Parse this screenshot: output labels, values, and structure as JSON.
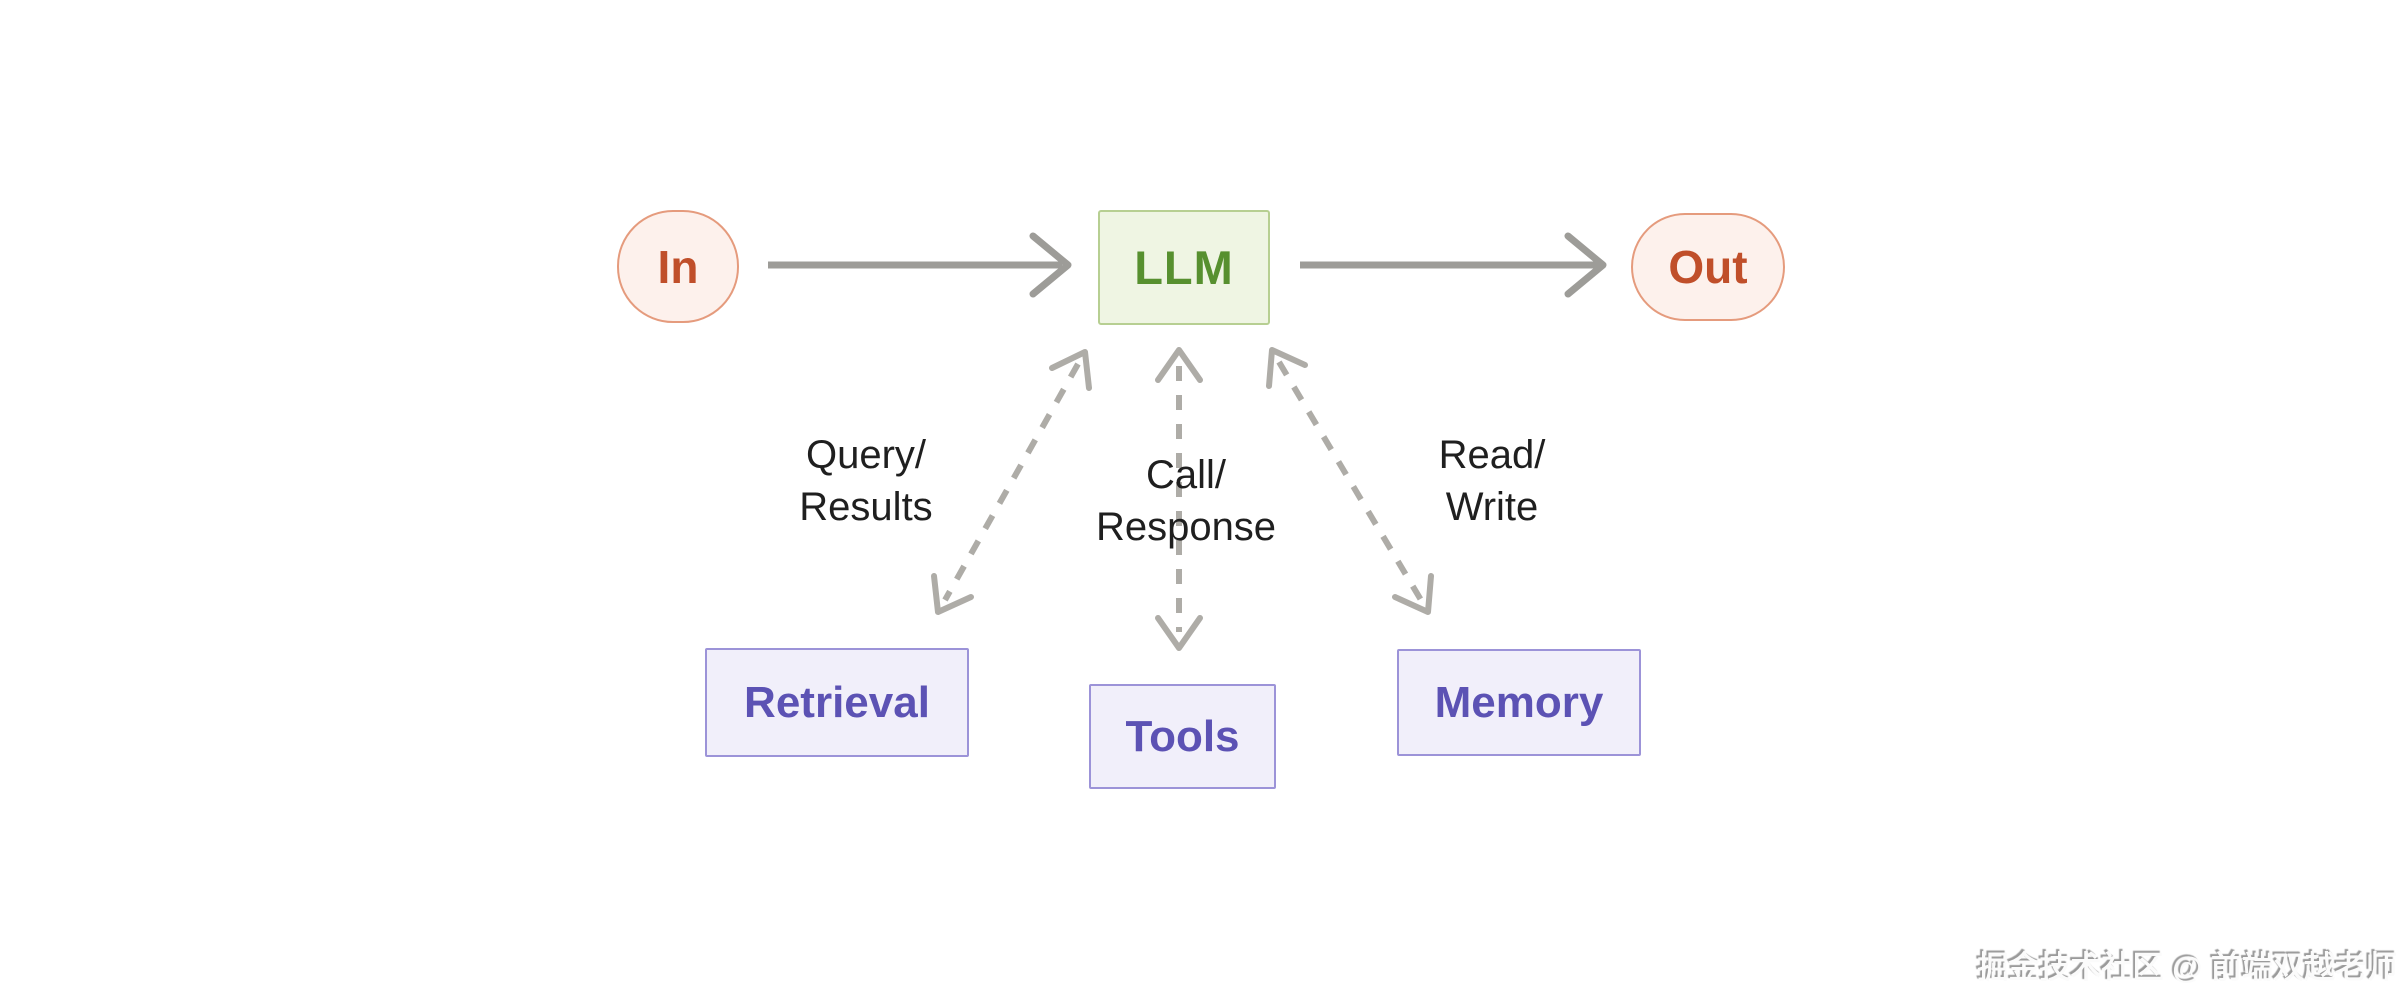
{
  "colors": {
    "background": "#ffffff",
    "terminal_fill": "#fdf1ec",
    "terminal_border": "#e59b7d",
    "terminal_text": "#c04f2a",
    "llm_fill": "#eff5e3",
    "llm_border": "#b7cf92",
    "llm_text": "#57902f",
    "aug_fill": "#f1effa",
    "aug_border": "#9c93d8",
    "aug_text": "#5c52b4",
    "solid_arrow": "#9d9c98",
    "dashed_arrow": "#aeaca7",
    "label_text": "#1f1f1f",
    "watermark_face": "#fbfbfb",
    "watermark_shadow": "#9a9a9a"
  },
  "flow": {
    "input": {
      "label": "In"
    },
    "llm": {
      "label": "LLM"
    },
    "output": {
      "label": "Out"
    }
  },
  "augmentations": [
    {
      "label": "Retrieval",
      "edge_label_lines": [
        "Query/",
        "Results"
      ]
    },
    {
      "label": "Tools",
      "edge_label_lines": [
        "Call/",
        "Response"
      ]
    },
    {
      "label": "Memory",
      "edge_label_lines": [
        "Read/",
        "Write"
      ]
    }
  ],
  "edges": [
    {
      "from": "In",
      "to": "LLM",
      "style": "solid",
      "direction": "one-way"
    },
    {
      "from": "LLM",
      "to": "Out",
      "style": "solid",
      "direction": "one-way"
    },
    {
      "from": "LLM",
      "to": "Retrieval",
      "style": "dashed",
      "direction": "two-way"
    },
    {
      "from": "LLM",
      "to": "Tools",
      "style": "dashed",
      "direction": "two-way"
    },
    {
      "from": "LLM",
      "to": "Memory",
      "style": "dashed",
      "direction": "two-way"
    }
  ],
  "watermark": {
    "text": "掘金技术社区 @ 前端双越老师"
  }
}
